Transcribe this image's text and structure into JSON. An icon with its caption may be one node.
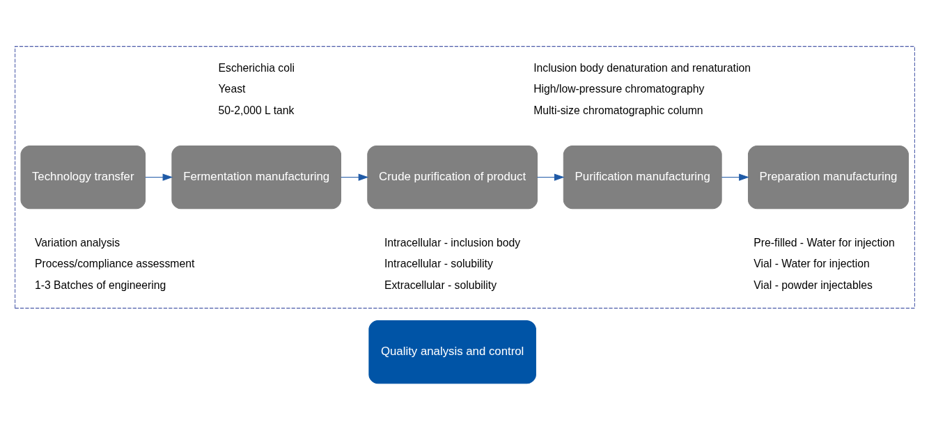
{
  "diagram": {
    "nodes": [
      {
        "text": [],
        "shape": "box"
      },
      {
        "text": [
          "Technology transfer"
        ],
        "in": 0,
        "beside": [
          "Variation analysis",
          "Process/compliance assessment",
          "1-3 Batches of engineering"
        ]
      },
      {
        "text": [
          "Fermentation manufacturing"
        ],
        "in": 0,
        "beside": [
          "Escherichia coli",
          "Yeast",
          "50-2,000 L tank"
        ]
      },
      {
        "text": [
          "Crude purification of product"
        ],
        "in": 0,
        "beside": [
          "Intracellular - inclusion body",
          "Intracellular - solubility",
          "Extracellular - solubility"
        ]
      },
      {
        "text": [
          "Purification manufacturing"
        ],
        "in": 0,
        "beside": [
          "Inclusion body denaturation and renaturation",
          "High/low-pressure chromatography",
          "Multi-size chromatographic column"
        ]
      },
      {
        "text": [
          "Preparation manufacturing"
        ],
        "in": 0,
        "beside": [
          "Pre-filled - Water for injection",
          "Vial - Water for injection",
          "Vial - powder injectables"
        ]
      },
      {
        "text": [
          "Quality analysis and control"
        ]
      }
    ],
    "edges": [
      {
        "from": 1,
        "to": 2,
        "arrow": "to"
      },
      {
        "from": 2,
        "to": 3,
        "arrow": "to"
      },
      {
        "from": 3,
        "to": 4,
        "arrow": "to"
      },
      {
        "from": 4,
        "to": 5,
        "arrow": "to"
      }
    ]
  }
}
